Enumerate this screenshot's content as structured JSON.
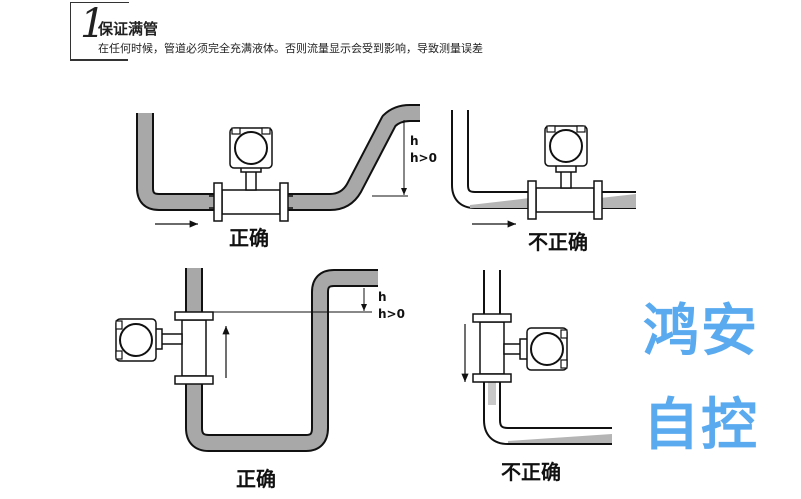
{
  "header": {
    "step_number": "1",
    "title": "保证满管",
    "description": "在任何时候，管道必须完全充满液体。否则流量显示会受到影响，导致测量误差"
  },
  "diagrams": {
    "top_left_label": "正确",
    "top_right_label": "不正确",
    "bottom_left_label": "正确",
    "bottom_right_label": "不正确",
    "height_label": "h",
    "height_condition": "h>0",
    "bottom_height_label": "h",
    "bottom_height_condition": "h>0"
  },
  "watermark": {
    "line1": "鸿安",
    "line2": "自控",
    "color": "#5aaaf0"
  }
}
